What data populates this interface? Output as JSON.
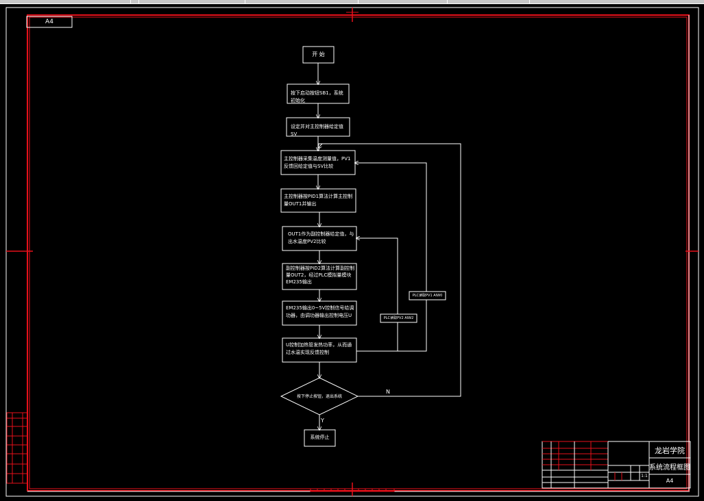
{
  "sheet": {
    "size_label": "A4",
    "size_label_bottom": "A4"
  },
  "flowchart": {
    "start": "开 始",
    "step1": "按下启动按钮SB1，系统初始化",
    "step2": "设定并对主控制器给定值SV",
    "step3": "主控制器采集温度测量值，PV1反馈回给定值与SV比较",
    "step4": "主控制器按PID1算法计算主控制量OUT1并输出",
    "step5": "OUT1作为副控制器给定值，与出水温度PV2比较",
    "step6": "副控制器按PID2算法计算副控制量OUT2，经过PLC模拟量模块EM235输出",
    "step7": "EM235输出0~5V控制信号给调功器，由调功器输出控制电压U",
    "step8": "U控制加热管发热功率，从而通过水温实现反馈控制",
    "decision": "按下停止按钮，退出系统",
    "end": "系统停止",
    "yes_label": "Y",
    "no_label": "N",
    "feedback1": "PLC读取PV1 AIW0",
    "feedback2": "PLC读取PV2 AIW2"
  },
  "title_block": {
    "school": "龙岩学院",
    "drawing_title": "系统流程框图",
    "scale": "1:1",
    "sheet_size": "A4"
  },
  "colors": {
    "frame": "#e8101a",
    "line": "#ffffff",
    "background": "#000000"
  }
}
